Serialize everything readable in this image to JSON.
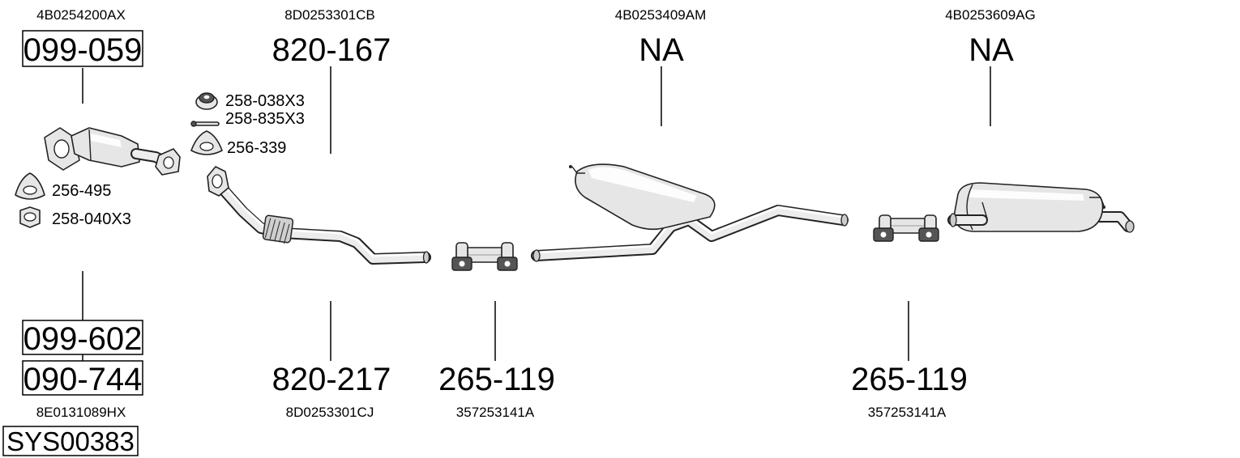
{
  "oem_numbers": {
    "cat": "4B0254200AX",
    "front_pipe": "8D0253301CB",
    "center": "4B0253409AM",
    "rear": "4B0253609AG",
    "gasket_kit": "8E0131089HX",
    "front_pipe_alt": "8D0253301CJ",
    "clamp_1": "357253141A",
    "clamp_2": "357253141A"
  },
  "part_numbers": {
    "cat": "099-059",
    "front_pipe": "820-167",
    "center": "NA",
    "rear": "NA",
    "cat_alt": "099-602",
    "cat_alt_2": "090-744",
    "front_pipe_alt": "820-217",
    "clamp_1": "265-119",
    "clamp_2": "265-119"
  },
  "hardware": {
    "nut_top": "258-038X3",
    "bolt_top": "258-835X3",
    "gasket_top": "256-339",
    "gasket_left": "256-495",
    "nut_left": "258-040X3"
  },
  "system_code": "SYS00383"
}
